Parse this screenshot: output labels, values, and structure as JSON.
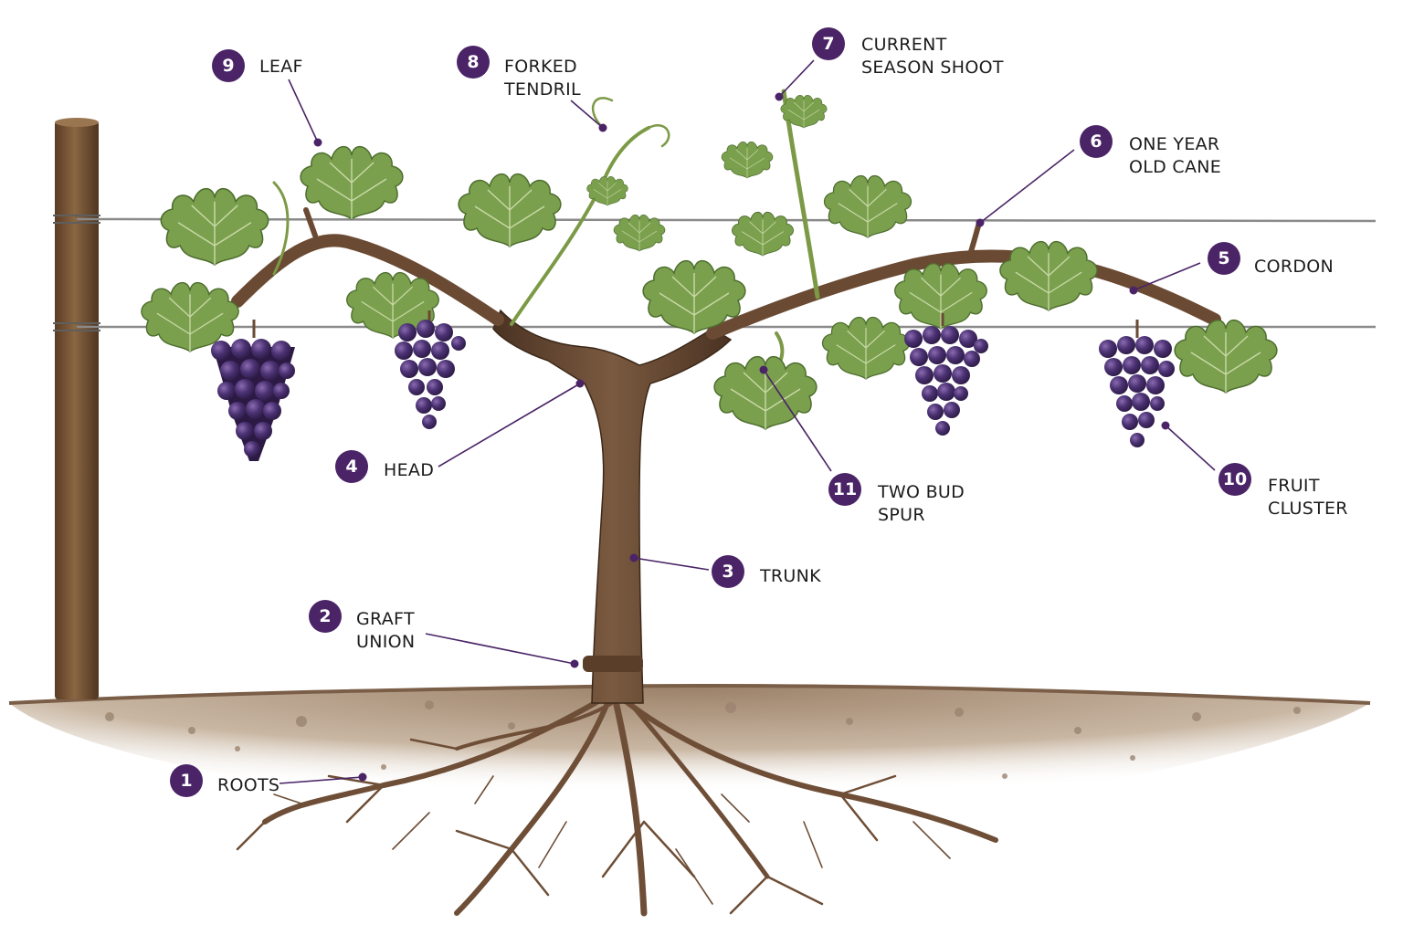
{
  "colors": {
    "marker": "#4a2466",
    "leader": "#4a2466",
    "grape": "#4b3273",
    "leaf": "#7aa04e",
    "wood": "#6b4a33",
    "soil": "#8a6e55"
  },
  "labels": [
    {
      "id": "roots",
      "number": "1",
      "lines": [
        "ROOTS"
      ]
    },
    {
      "id": "graft-union",
      "number": "2",
      "lines": [
        "GRAFT",
        "UNION"
      ]
    },
    {
      "id": "trunk",
      "number": "3",
      "lines": [
        "TRUNK"
      ]
    },
    {
      "id": "head",
      "number": "4",
      "lines": [
        "HEAD"
      ]
    },
    {
      "id": "cordon",
      "number": "5",
      "lines": [
        "CORDON"
      ]
    },
    {
      "id": "one-year-cane",
      "number": "6",
      "lines": [
        "ONE YEAR",
        "OLD CANE"
      ]
    },
    {
      "id": "current-shoot",
      "number": "7",
      "lines": [
        "CURRENT",
        "SEASON SHOOT"
      ]
    },
    {
      "id": "forked-tendril",
      "number": "8",
      "lines": [
        "FORKED",
        "TENDRIL"
      ]
    },
    {
      "id": "leaf",
      "number": "9",
      "lines": [
        "LEAF"
      ]
    },
    {
      "id": "fruit-cluster",
      "number": "10",
      "lines": [
        "FRUIT",
        "CLUSTER"
      ]
    },
    {
      "id": "two-bud-spur",
      "number": "11",
      "lines": [
        "TWO BUD",
        "SPUR"
      ]
    }
  ]
}
